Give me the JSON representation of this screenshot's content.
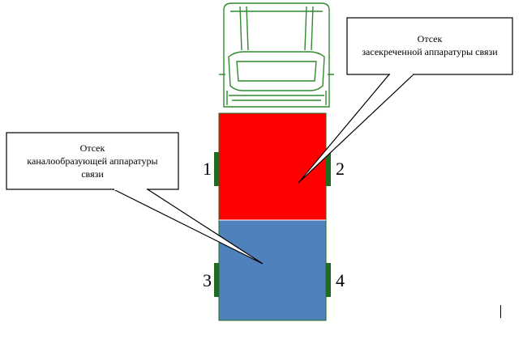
{
  "callouts": {
    "secret": {
      "line1": "Отсек",
      "line2": "засекреченной аппаратуры связи"
    },
    "channel": {
      "line1": "Отсек",
      "line2": "каналообразующей аппаратуры",
      "line3": "связи"
    }
  },
  "side_labels": {
    "n1": "1",
    "n2": "2",
    "n3": "3",
    "n4": "4"
  },
  "colors": {
    "cab_outline": "#2e8b2e",
    "secret_compartment": "#ff0000",
    "channel_compartment": "#4f81bd",
    "wheel": "#1f6b1f",
    "callout_border": "#000000"
  }
}
